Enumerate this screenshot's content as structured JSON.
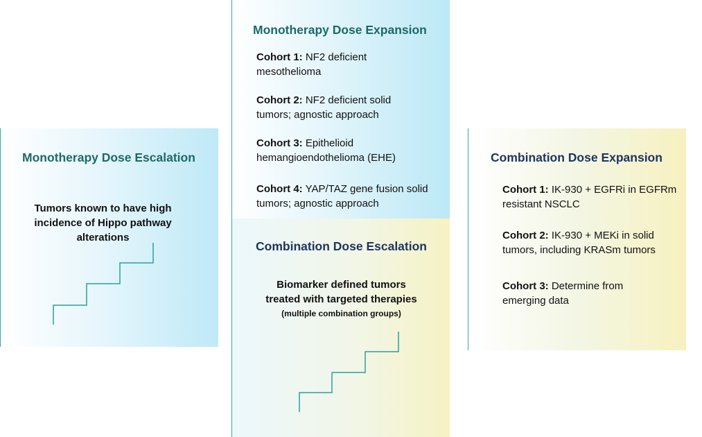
{
  "mono_escalation": {
    "title": "Monotherapy Dose Escalation",
    "description_line1": "Tumors known to have high",
    "description_line2": "incidence of Hippo pathway",
    "description_line3": "alterations"
  },
  "mono_expansion": {
    "title": "Monotherapy Dose Expansion",
    "cohorts": [
      {
        "label": "Cohort 1:",
        "line1": "NF2 deficient",
        "line2": "mesothelioma"
      },
      {
        "label": "Cohort 2:",
        "line1": "NF2 deficient solid",
        "line2": "tumors; agnostic approach"
      },
      {
        "label": "Cohort 3:",
        "line1": "Epithelioid",
        "line2": "hemangioendothelioma (EHE)"
      },
      {
        "label": "Cohort 4:",
        "line1": "YAP/TAZ gene fusion solid",
        "line2": "tumors; agnostic approach"
      }
    ]
  },
  "combo_escalation": {
    "title": "Combination Dose Escalation",
    "description_line1": "Biomarker defined tumors",
    "description_line2": "treated with targeted therapies",
    "note": "(multiple combination groups)"
  },
  "combo_expansion": {
    "title": "Combination Dose Expansion",
    "cohorts": [
      {
        "label": "Cohort 1:",
        "line1": "IK-930 + EGFRi in EGFRm",
        "line2": "resistant NSCLC"
      },
      {
        "label": "Cohort 2:",
        "line1": "IK-930 + MEKi in solid",
        "line2": "tumors, including KRASm tumors"
      },
      {
        "label": "Cohort 3:",
        "line1": "Determine from",
        "line2": "emerging data"
      }
    ]
  },
  "colors": {
    "teal_title": "#1c6a66",
    "navy_title": "#1f3560",
    "stair_line": "#2aa09c",
    "blue_panel": "#bfe9f7",
    "yellow_panel": "#f7f1c0"
  },
  "icons": [
    "staircase-icon"
  ]
}
